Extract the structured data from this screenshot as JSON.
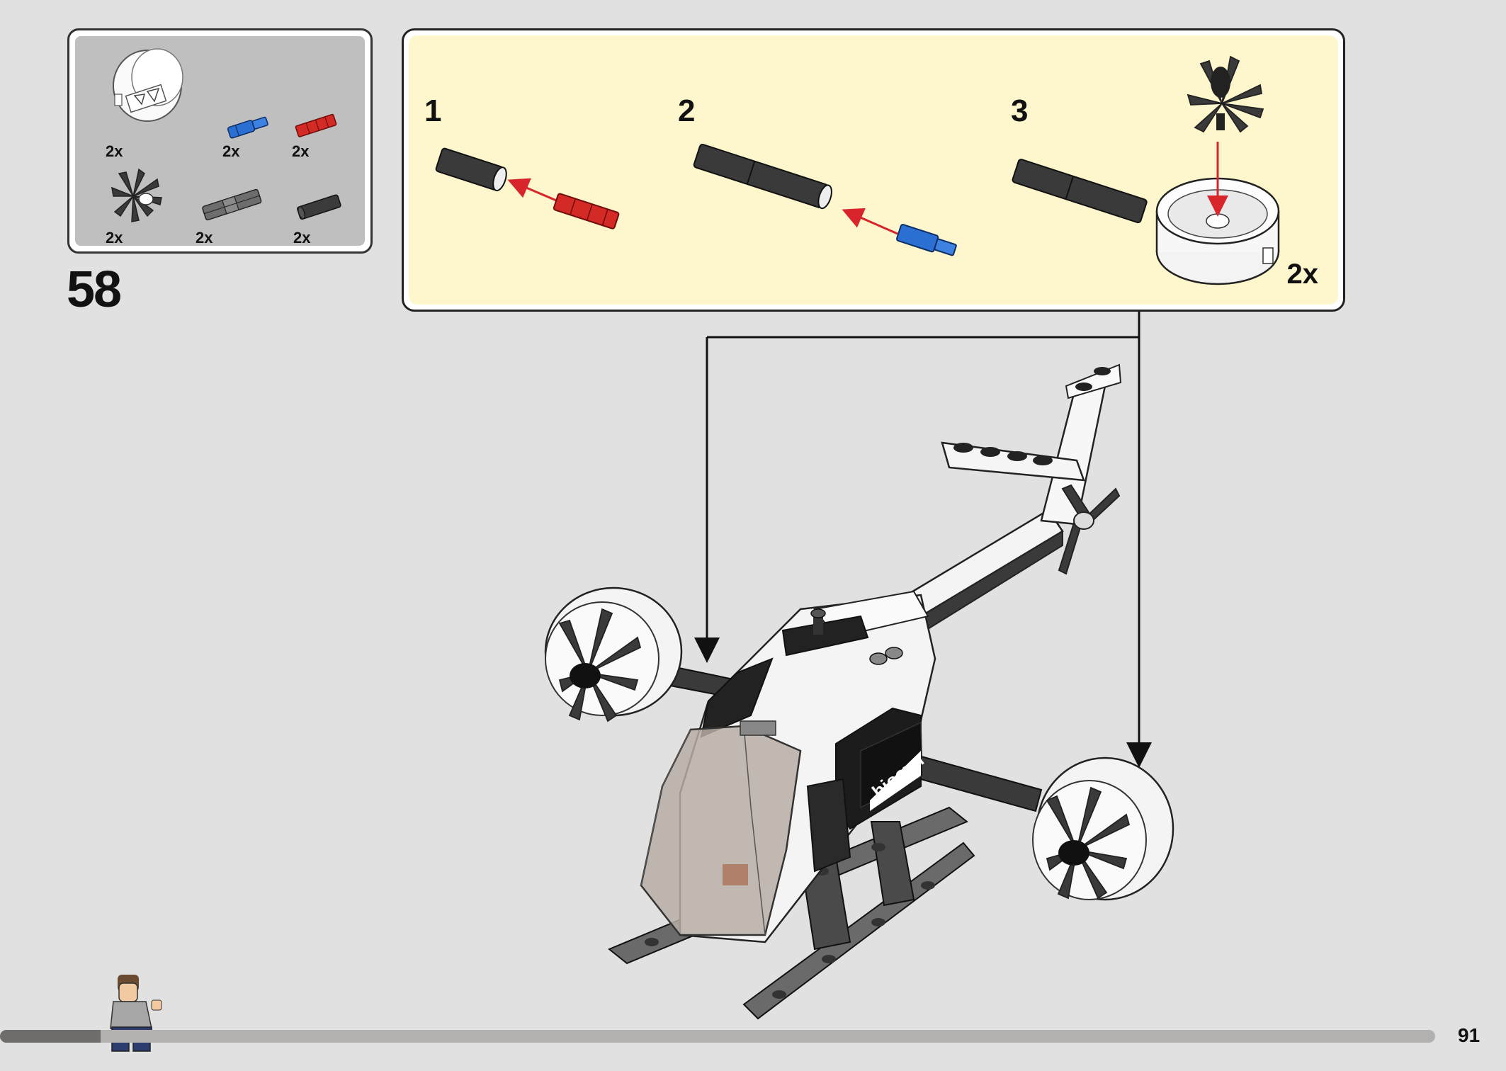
{
  "parts_list": {
    "items": [
      {
        "name": "round-cylinder-shell",
        "qty": "2x"
      },
      {
        "name": "blue-pin",
        "qty": "2x"
      },
      {
        "name": "red-axle-pin",
        "qty": "2x"
      },
      {
        "name": "propeller-fan",
        "qty": "2x"
      },
      {
        "name": "dark-gray-axle-connector",
        "qty": "2x"
      },
      {
        "name": "black-tube",
        "qty": "2x"
      }
    ]
  },
  "step": {
    "number": "58"
  },
  "sub_assembly": {
    "steps": [
      "1",
      "2",
      "3"
    ],
    "multiplier": "2x"
  },
  "model": {
    "sticker_text": "biosyn"
  },
  "footer": {
    "page_number": "91",
    "progress": 0.07
  },
  "colors": {
    "background": "#e1e1e1",
    "parts_panel": "#bfbfbf",
    "sub_panel": "#fef6cc",
    "arrow_red": "#d7252b",
    "pin_blue": "#2a6fd1",
    "pin_red": "#d42a25"
  }
}
